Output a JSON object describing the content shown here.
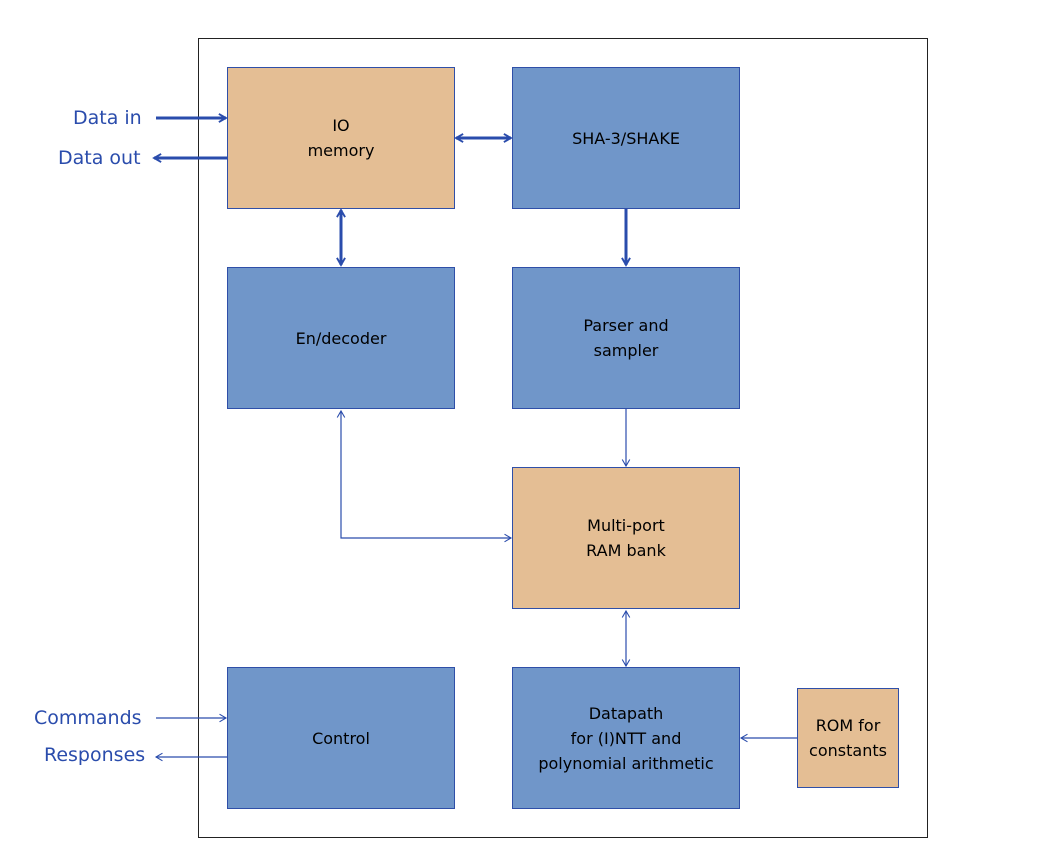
{
  "colors": {
    "compute_block": "#7096c9",
    "memory_block": "#e4be94",
    "arrow": "#2a4cac",
    "frame": "#222222"
  },
  "blocks": {
    "io_memory": "IO\nmemory",
    "sha3": "SHA-3/SHAKE",
    "endecoder": "En/decoder",
    "parser": "Parser and\nsampler",
    "ram_bank": "Multi-port\nRAM bank",
    "control": "Control",
    "datapath": "Datapath\nfor (I)NTT and\npolynomial arithmetic",
    "rom": "ROM for\nconstants"
  },
  "external": {
    "data_in": "Data in",
    "data_out": "Data out",
    "commands": "Commands",
    "responses": "Responses"
  }
}
